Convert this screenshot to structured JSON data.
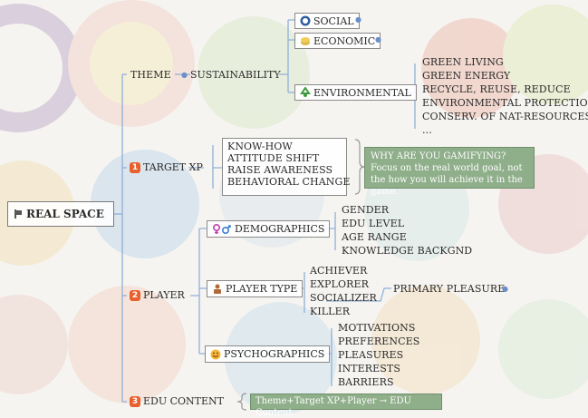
{
  "root": {
    "label": "REAL SPACE",
    "icon": "flag-icon"
  },
  "theme": {
    "label": "THEME",
    "child": "SUSTAINABILITY",
    "branches": [
      {
        "label": "SOCIAL",
        "icon": "globe-icon"
      },
      {
        "label": "ECONOMIC",
        "icon": "coins-icon"
      },
      {
        "label": "ENVIRONMENTAL",
        "icon": "recycle-icon"
      }
    ],
    "environmental_items": [
      "GREEN LIVING",
      "GREEN ENERGY",
      "RECYCLE, REUSE, REDUCE",
      "ENVIRONMENTAL PROTECTION",
      "CONSERV. OF NAT-RESOURCES",
      "..."
    ]
  },
  "target_xp": {
    "number": "1",
    "label": "TARGET XP",
    "items": [
      "KNOW-HOW",
      "ATTITUDE SHIFT",
      "RAISE AWARENESS",
      "BEHAVIORAL CHANGE"
    ],
    "note_title": "WHY ARE YOU GAMIFYING?",
    "note_body": "Focus on the real world goal, not the how you will achieve it in the game."
  },
  "player": {
    "number": "2",
    "label": "PLAYER",
    "demographics": {
      "label": "DEMOGRAPHICS",
      "icon": "gender-icon",
      "items": [
        "GENDER",
        "EDU LEVEL",
        "AGE RANGE",
        "KNOWLEDGE BACKGND"
      ]
    },
    "player_type": {
      "label": "PLAYER TYPE",
      "icon": "player-icon",
      "items": [
        "ACHIEVER",
        "EXPLORER",
        "SOCIALIZER",
        "KILLER"
      ],
      "child": "PRIMARY PLEASURE"
    },
    "psychographics": {
      "label": "PSYCHOGRAPHICS",
      "icon": "smiley-icon",
      "items": [
        "MOTIVATIONS",
        "PREFERENCES",
        "PLEASURES",
        "INTERESTS",
        "BARRIERS"
      ]
    }
  },
  "edu": {
    "number": "3",
    "label": "EDU CONTENT",
    "note": "Theme+Target XP+Player → EDU Content"
  },
  "colors": {
    "line": "#8fb0d8",
    "note_green": "#8fae8a",
    "badge": "#e8602c"
  }
}
